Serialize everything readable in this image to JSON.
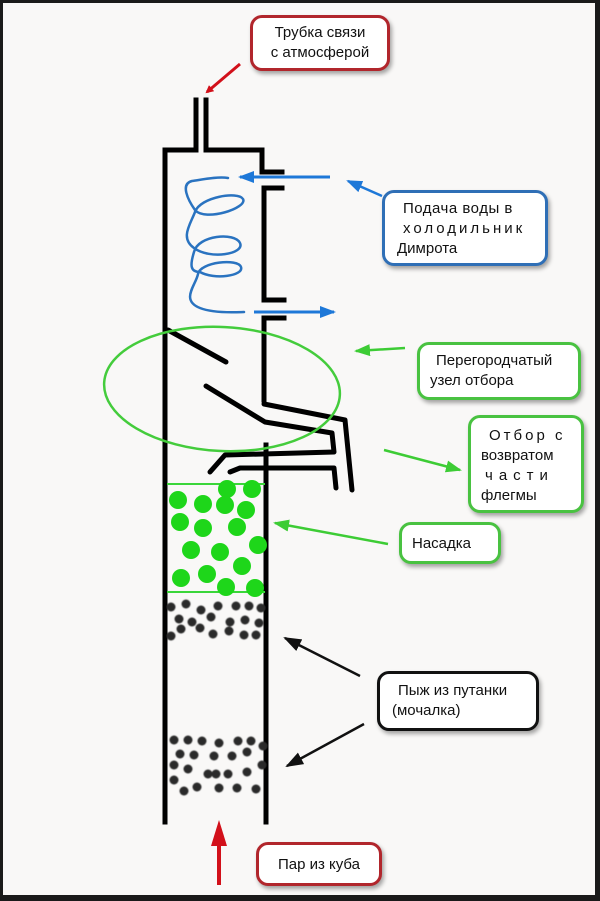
{
  "colors": {
    "frame": "#1a1a1a",
    "background": "#f9f8f7",
    "column": "#000000",
    "coil": "#2a73c0",
    "water_arrow": "#1e78d8",
    "packing": "#1ed61a",
    "packing_zone": "#3bd63a",
    "selection_ellipse": "#44cc3c",
    "mesh": "#2c2c2c",
    "steam_arrow": "#d2101a",
    "callout_red": "#b1262c",
    "callout_blue": "#2f6fb6",
    "callout_green": "#49c241",
    "callout_black": "#111111"
  },
  "callouts": {
    "atmosphere_tube": {
      "lines": [
        "Трубка связи",
        "с атмосферой"
      ],
      "icon": "arrow-down-left-icon"
    },
    "water_supply": {
      "lines": [
        "Подача воды в",
        "холодильник",
        "Димрота"
      ],
      "icon": "arrow-left-icon"
    },
    "partition_unit": {
      "lines": [
        "Перегородчатый",
        "узел отбора"
      ],
      "icon": "arrow-left-icon"
    },
    "reflux_takeoff": {
      "lines": [
        "Отбор с",
        "возвратом",
        "части",
        "флегмы"
      ],
      "icon": "arrow-right-icon"
    },
    "packing": {
      "lines": [
        "Насадка"
      ],
      "icon": "arrow-left-icon"
    },
    "scrubber_plug": {
      "lines": [
        "Пыж из путанки",
        "(мочалка)"
      ],
      "icon": "arrow-left-icon"
    },
    "steam_from_boiler": {
      "lines": [
        "Пар из куба"
      ],
      "icon": "arrow-up-icon"
    }
  }
}
